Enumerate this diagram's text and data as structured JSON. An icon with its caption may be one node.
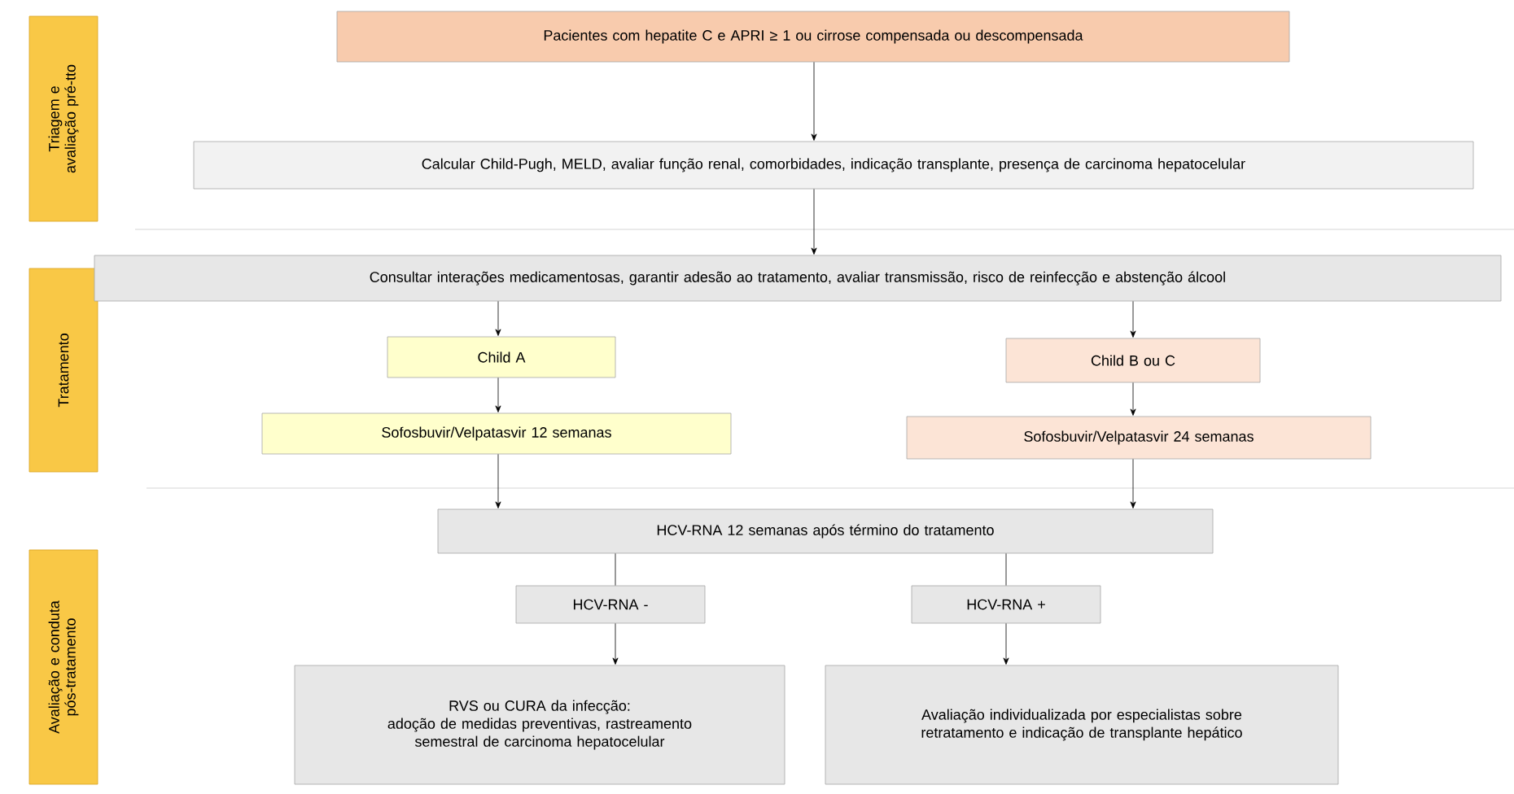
{
  "diagram": {
    "nodes": [
      {
        "text": [
          "Triagem e avaliação pré-tto"
        ]
      },
      {
        "text": [
          "Tratamento"
        ]
      },
      {
        "text": [
          "Avaliação e conduta pós-tratamento"
        ]
      },
      {
        "text": [
          "Pacientes com hepatite C e APRI ≥ 1 ou cirrose compensada ou descompensada"
        ]
      },
      {
        "text": [
          "Calcular Child-Pugh, MELD, avaliar função renal, comorbidades, indicação transplante, presença de carcinoma hepatocelular"
        ]
      },
      {
        "text": [
          "Consultar interações medicamentosas, garantir adesão ao tratamento, avaliar transmissão, risco de reinfecção e abstenção álcool"
        ]
      },
      {
        "text": [
          "Child A"
        ]
      },
      {
        "text": [
          "Child B ou C"
        ]
      },
      {
        "text": [
          "Sofosbuvir/Velpatasvir 12 semanas"
        ]
      },
      {
        "text": [
          "Sofosbuvir/Velpatasvir 24 semanas"
        ]
      },
      {
        "text": [
          "HCV-RNA 12 semanas após término do tratamento"
        ]
      },
      {
        "text": [
          "HCV-RNA -"
        ]
      },
      {
        "text": [
          "HCV-RNA +"
        ]
      },
      {
        "text": [
          "RVS ou CURA da infecção:",
          "adoção de medidas preventivas, rastreamento semestral de carcinoma hepatocelular"
        ]
      },
      {
        "text": [
          "Avaliação individualizada por especialistas sobre retratamento e indicação de transplante hepático"
        ]
      }
    ],
    "edges": [
      {
        "from": 3,
        "to": 4,
        "arrow": "to"
      },
      {
        "from": 4,
        "to": 5,
        "arrow": "to"
      },
      {
        "from": 5,
        "to": 6,
        "arrow": "to"
      },
      {
        "from": 5,
        "to": 7,
        "arrow": "to"
      },
      {
        "from": 6,
        "to": 8,
        "arrow": "to"
      },
      {
        "from": 7,
        "to": 9,
        "arrow": "to"
      },
      {
        "from": 8,
        "to": 10,
        "arrow": "to"
      },
      {
        "from": 9,
        "to": 10,
        "arrow": "to"
      },
      {
        "from": 10,
        "to": 11,
        "arrow": "none"
      },
      {
        "from": 10,
        "to": 12,
        "arrow": "none"
      },
      {
        "from": 11,
        "to": 13,
        "arrow": "to"
      },
      {
        "from": 12,
        "to": 14,
        "arrow": "to"
      }
    ]
  }
}
